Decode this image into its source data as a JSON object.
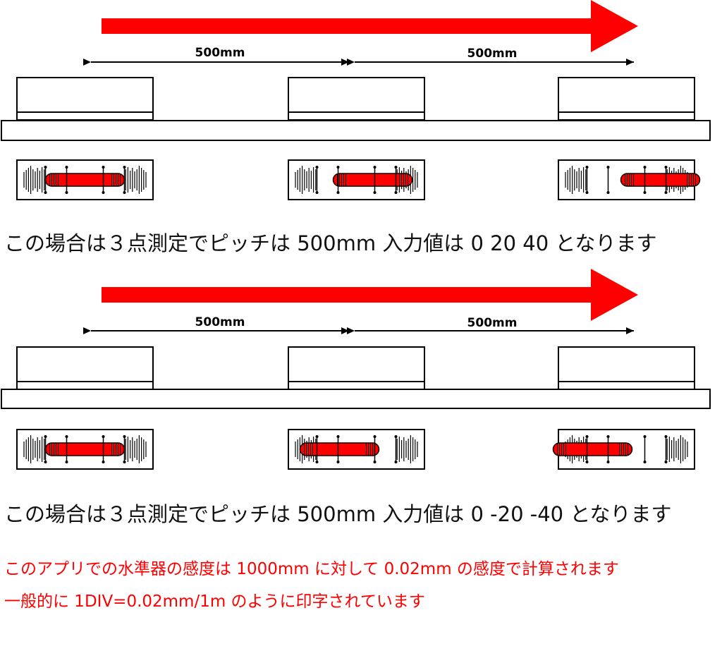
{
  "colors": {
    "accent": "#ff0000",
    "line": "#000000",
    "note": "#ff0000"
  },
  "scenarios": [
    {
      "dimension_labels": [
        "500mm",
        "500mm"
      ],
      "bubble_positions": [
        "center",
        "right",
        "far-right"
      ],
      "caption": "この場合は３点測定でピッチは 500mm 入力値は 0 20 40 となります"
    },
    {
      "dimension_labels": [
        "500mm",
        "500mm"
      ],
      "bubble_positions": [
        "center",
        "left",
        "far-left"
      ],
      "caption": "この場合は３点測定でピッチは 500mm 入力値は 0 -20 -40 となります"
    }
  ],
  "notes": [
    "このアプリでの水準器の感度は 1000mm に対して 0.02mm の感度で計算されます",
    "一般的に 1DIV=0.02mm/1m のように印字されています"
  ]
}
